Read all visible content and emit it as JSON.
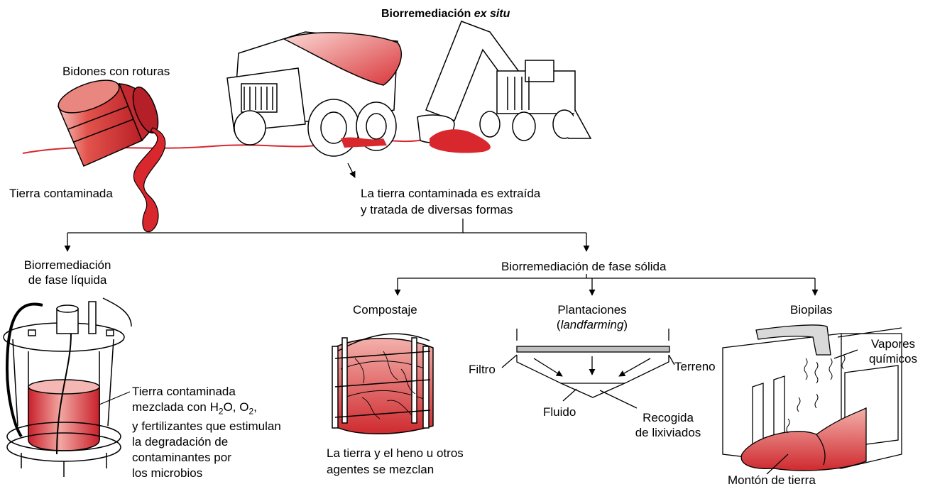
{
  "title": {
    "main": "Biorremediación",
    "italic": "ex situ"
  },
  "top": {
    "barrels": "Bidones con roturas",
    "contaminated_soil": "Tierra contaminada",
    "extraction_line1": "La tierra contaminada es extraída",
    "extraction_line2": "y tratada de diversas formas"
  },
  "liquid_phase": {
    "heading_line1": "Biorremediación",
    "heading_line2": "de fase líquida",
    "desc_line1": "Tierra contaminada",
    "desc_line2_prefix": "mezclada con H",
    "desc_line2_sub1": "2",
    "desc_line2_mid": "O, O",
    "desc_line2_sub2": "2",
    "desc_line2_suffix": ",",
    "desc_line3": "y fertilizantes que estimulan",
    "desc_line4": "la degradación de",
    "desc_line5": "contaminantes por",
    "desc_line6": "los microbios"
  },
  "solid_phase": {
    "heading": "Biorremediación de fase sólida",
    "composting": {
      "heading": "Compostaje",
      "caption_line1": "La tierra y el heno u otros",
      "caption_line2": "agentes se mezclan"
    },
    "landfarming": {
      "heading_line1": "Plantaciones",
      "heading_line2_open": "(",
      "heading_line2_italic": "landfarming",
      "heading_line2_close": ")",
      "filter": "Filtro",
      "terrain": "Terreno",
      "fluid": "Fluido",
      "leachate_line1": "Recogida",
      "leachate_line2": "de lixiviados"
    },
    "biopiles": {
      "heading": "Biopilas",
      "vapors_line1": "Vapores",
      "vapors_line2": "químicos",
      "soil_pile": "Montón de tierra"
    }
  },
  "colors": {
    "contaminant_red": "#d9272e",
    "light_red": "#f4b7b3",
    "line": "#000000"
  }
}
